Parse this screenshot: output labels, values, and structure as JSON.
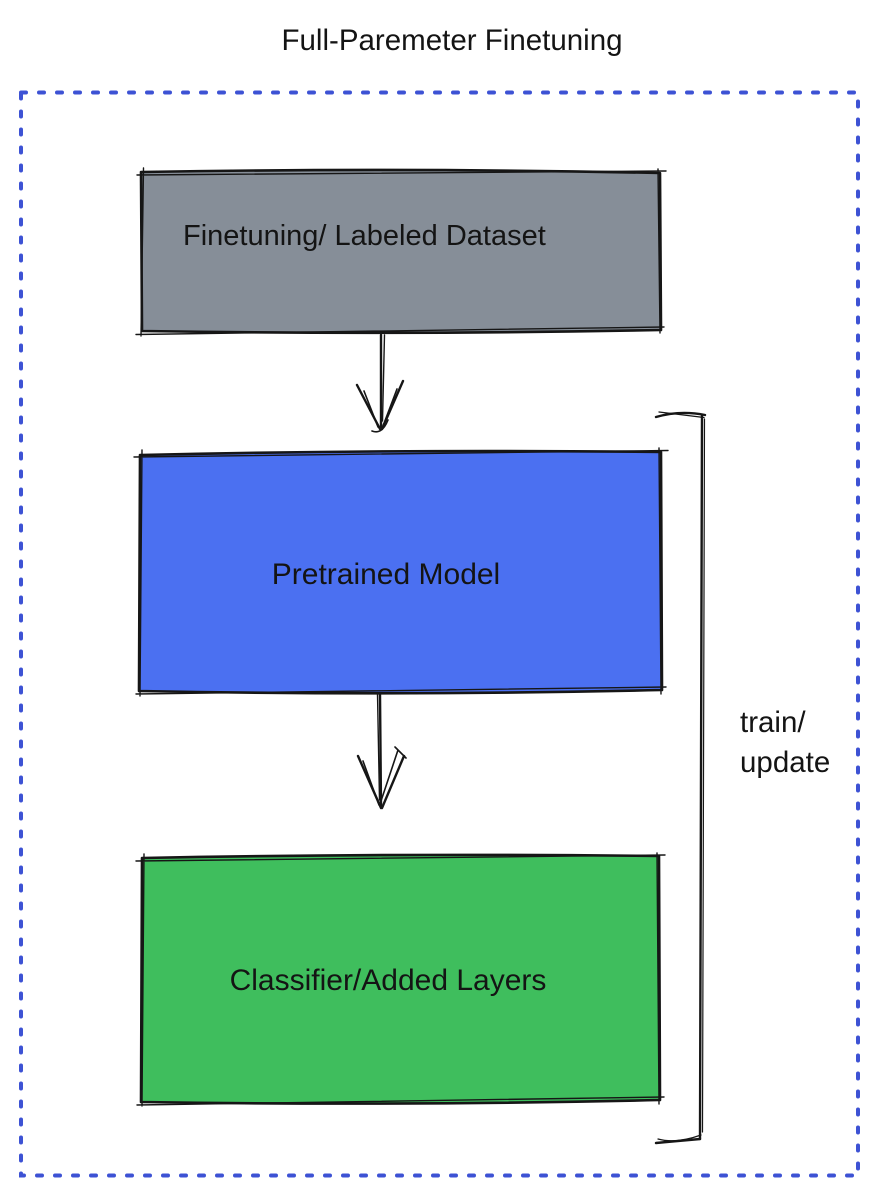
{
  "title": {
    "text": "Full-Paremeter Finetuning",
    "color": "#3D51D4"
  },
  "container": {
    "border_color": "#3D52D4",
    "border_style": "dotted"
  },
  "nodes": {
    "dataset": {
      "label": "Finetuning/ Labeled Dataset",
      "fill": "#868E98",
      "border": "#161616"
    },
    "pretrained": {
      "label": "Pretrained Model",
      "fill": "#4B70F1",
      "border": "#161616"
    },
    "classifier": {
      "label": "Classifier/Added Layers",
      "fill": "#3FBE5D",
      "border": "#161616"
    }
  },
  "edges": [
    {
      "from": "dataset",
      "to": "pretrained",
      "icon": "arrow-down-icon"
    },
    {
      "from": "pretrained",
      "to": "classifier",
      "icon": "arrow-down-icon"
    }
  ],
  "bracket": {
    "icon": "right-side-bracket",
    "label_lines": [
      "train/",
      "update"
    ],
    "label_color": "#141414",
    "spans": "pretrained-and-classifier"
  }
}
